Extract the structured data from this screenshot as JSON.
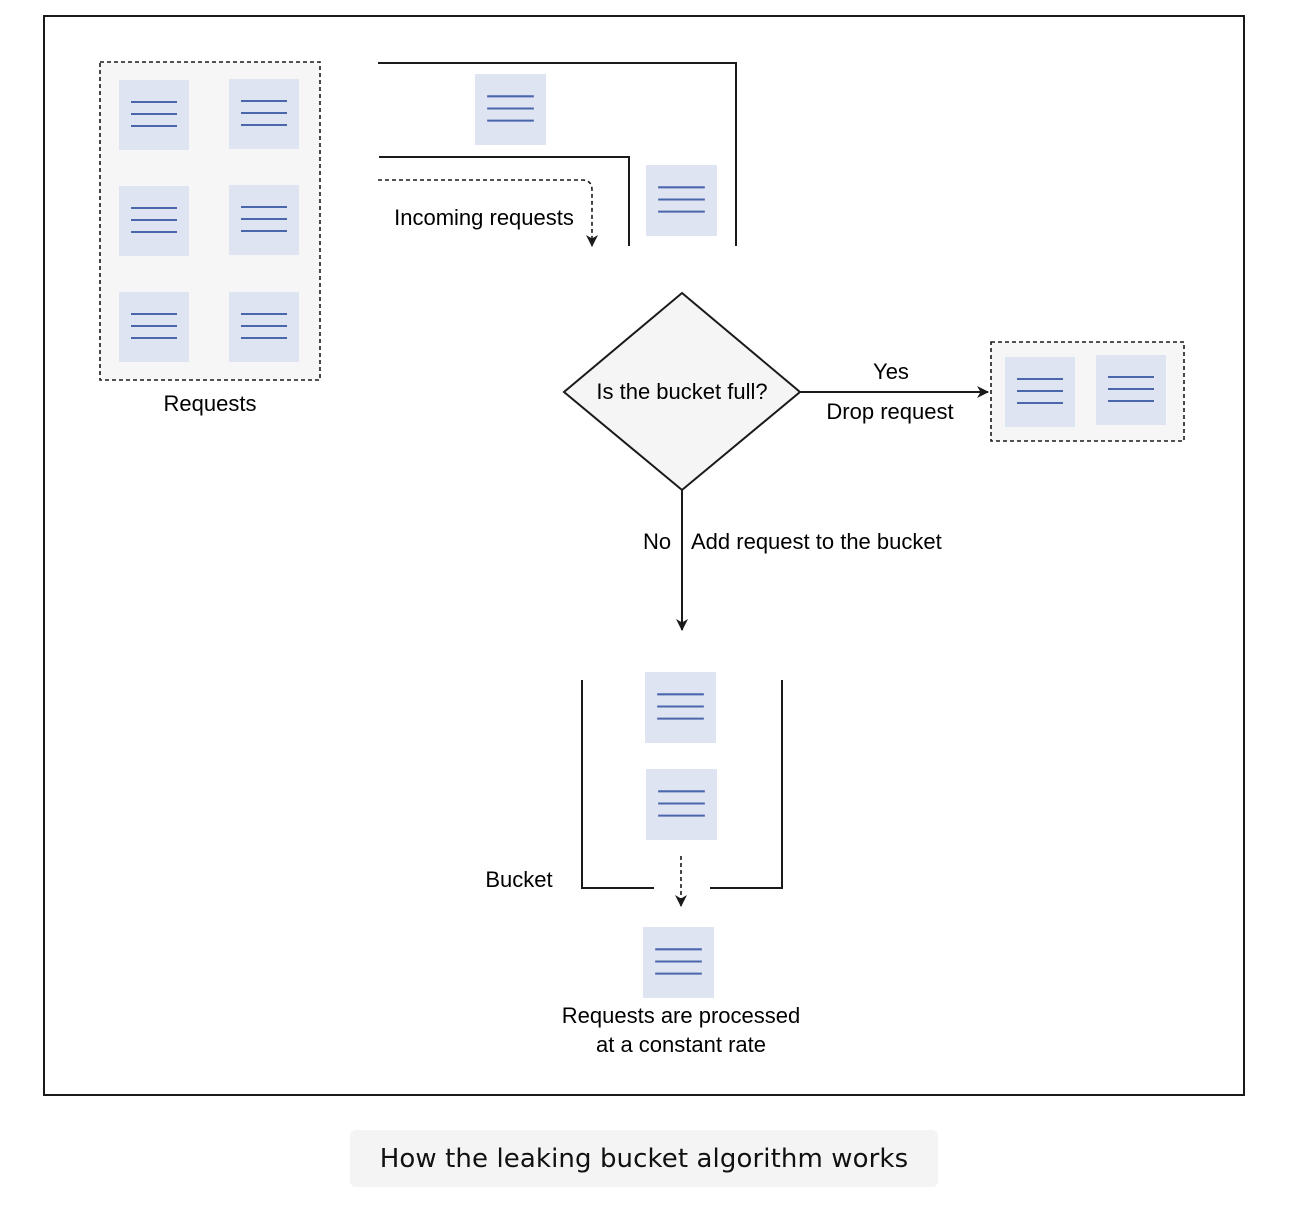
{
  "labels": {
    "requests": "Requests",
    "incoming_requests": "Incoming requests",
    "decision": "Is the bucket full?",
    "yes": "Yes",
    "drop_request": "Drop request",
    "no": "No",
    "add_request": "Add request to the bucket",
    "bucket": "Bucket",
    "processed_line1": "Requests are processed",
    "processed_line2": "at a constant rate"
  },
  "caption": "How the leaking bucket algorithm works",
  "colors": {
    "request_card": "#dfe4f2",
    "request_lines": "#4a66ad",
    "dashed_group_fill": "#f6f6f6",
    "decision_fill": "#f5f5f5",
    "stroke": "#1a1a1a",
    "caption_bg": "#f4f4f4"
  },
  "icons": {
    "request": "document-lines-icon"
  }
}
